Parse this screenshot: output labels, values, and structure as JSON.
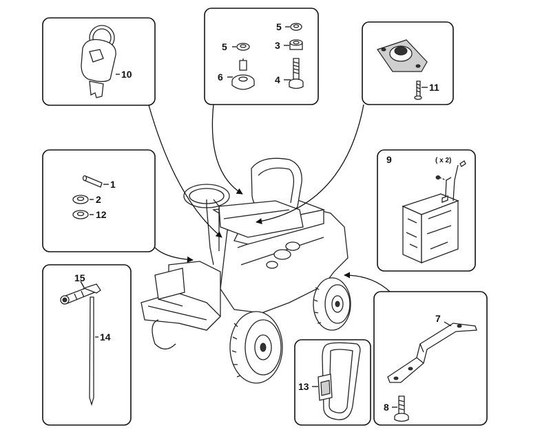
{
  "callouts": {
    "p1": "1",
    "p2": "2",
    "p3": "3",
    "p4": "4",
    "p5a": "5",
    "p5b": "5",
    "p6": "6",
    "p7": "7",
    "p8": "8",
    "p9": "9",
    "p10": "10",
    "p11": "11",
    "p12": "12",
    "p13": "13",
    "p14": "14",
    "p15": "15"
  },
  "battery_qty": "( x 2)",
  "colors": {
    "line": "#222222",
    "background": "#ffffff"
  }
}
